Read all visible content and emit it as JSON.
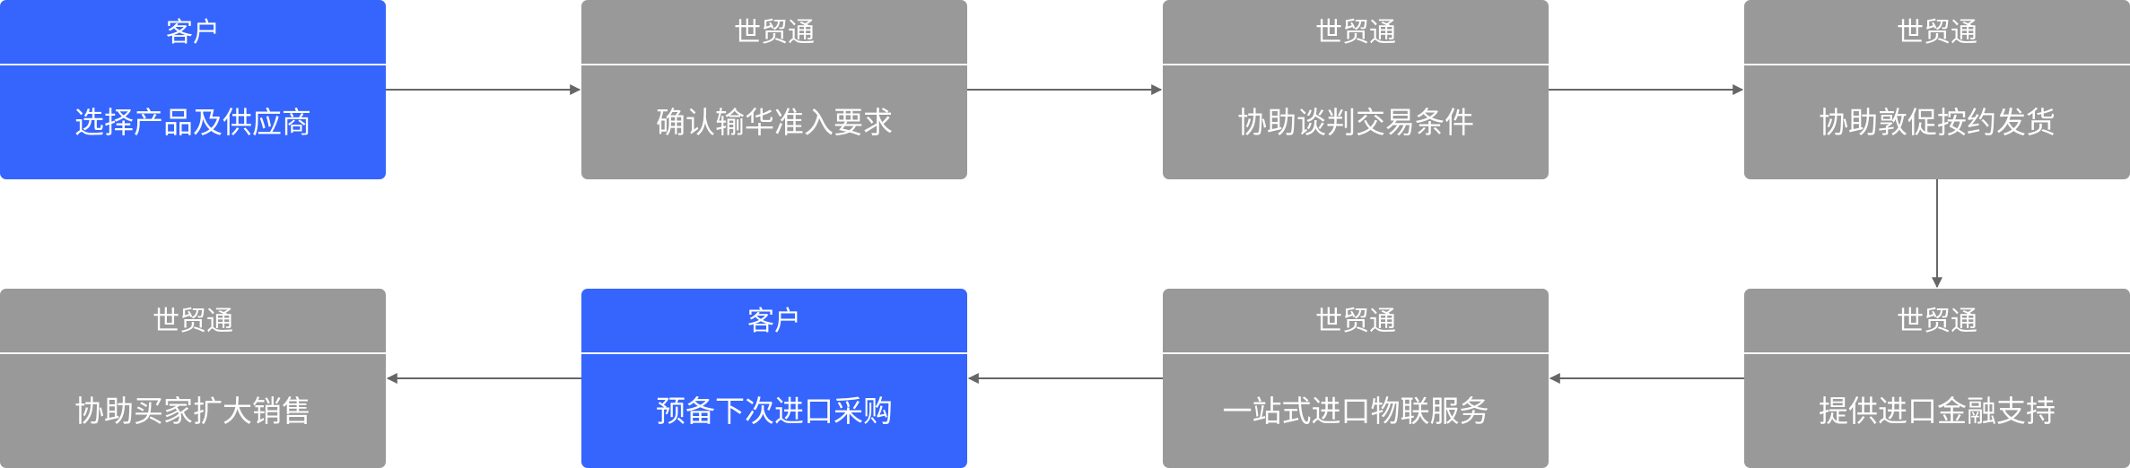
{
  "colors": {
    "client": "#3565fc",
    "shimaotong": "#999999",
    "arrow": "#666666"
  },
  "steps": [
    {
      "role": "客户",
      "label": "选择产品及供应商",
      "type": "client"
    },
    {
      "role": "世贸通",
      "label": "确认输华准入要求",
      "type": "swt"
    },
    {
      "role": "世贸通",
      "label": "协助谈判交易条件",
      "type": "swt"
    },
    {
      "role": "世贸通",
      "label": "协助敦促按约发货",
      "type": "swt"
    },
    {
      "role": "世贸通",
      "label": "提供进口金融支持",
      "type": "swt"
    },
    {
      "role": "世贸通",
      "label": "一站式进口物联服务",
      "type": "swt"
    },
    {
      "role": "客户",
      "label": "预备下次进口采购",
      "type": "client"
    },
    {
      "role": "世贸通",
      "label": "协助买家扩大销售",
      "type": "swt"
    }
  ]
}
